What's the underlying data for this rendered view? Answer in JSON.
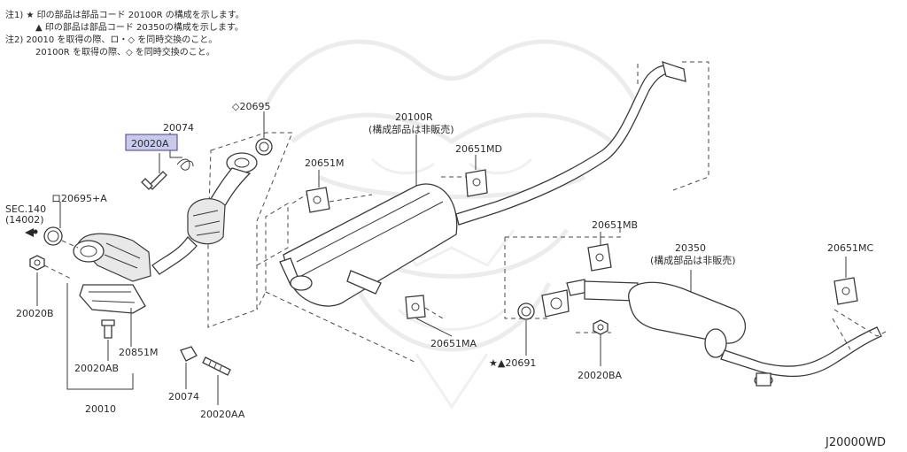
{
  "notes": [
    "注1) ★ 印の部品は部品コード 20100R の構成を示します。",
    "▲ 印の部品は部品コード 20350の構成を示します。",
    "注2) 20010 を取得の際、ロ・◇ を同時交換のこと。",
    "20100R を取得の際、◇ を同時交換のこと。"
  ],
  "labels": {
    "p20695": "◇20695",
    "p20074_top": "20074",
    "p20020A": "20020A",
    "p20695A": "ロ20695+A",
    "sec140_a": "SEC.140",
    "sec140_b": "(14002)",
    "p20020B": "20020B",
    "p20851M": "20851M",
    "p20020AB": "20020AB",
    "p20010": "20010",
    "p20074_bottom": "20074",
    "p20020AA": "20020AA",
    "p20651M": "20651M",
    "p20100R": "20100R",
    "p20100R_sub": "(構成部品は非販売)",
    "p20651MD": "20651MD",
    "p20651MA": "20651MA",
    "p20651MB": "20651MB",
    "p20350": "20350",
    "p20350_sub": "(構成部品は非販売)",
    "p20651MC": "20651MC",
    "p20691": "★▲20691",
    "p20020BA": "20020BA",
    "diagram_code": "J20000WD"
  },
  "highlight": {
    "part": "20020A",
    "fill": "#c9c9ec",
    "border": "#5a5aa8"
  },
  "watermark": "samurai-helmet-logo"
}
